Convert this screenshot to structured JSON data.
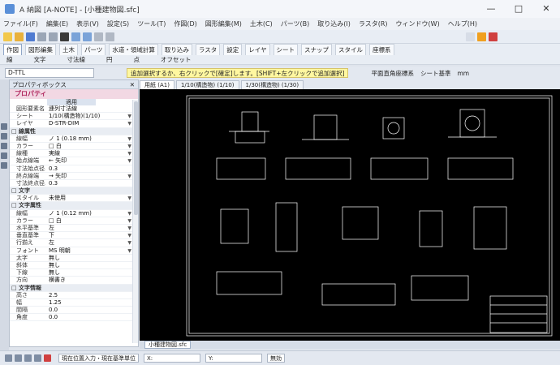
{
  "window": {
    "title": "A 納図 [A-NOTE] - [小種建物図.sfc]",
    "min": "—",
    "max": "□",
    "close": "✕"
  },
  "menu": [
    "ファイル(F)",
    "編集(E)",
    "表示(V)",
    "設定(S)",
    "ツール(T)",
    "作図(D)",
    "図形編集(M)",
    "土木(C)",
    "パーツ(B)",
    "取り込み(I)",
    "ラスタ(R)",
    "ウィンドウ(W)",
    "ヘルプ(H)"
  ],
  "ribbon_tabs": [
    "作図",
    "図形編集",
    "土木",
    "パーツ",
    "水道・領域計算",
    "取り込み",
    "ラスタ",
    "設定",
    "レイヤ",
    "シート",
    "スナップ",
    "スタイル",
    "座標系"
  ],
  "draw_tools": [
    "線",
    "文字",
    "寸法線",
    "円",
    "点",
    "オフセット"
  ],
  "layer": {
    "value": "D-TTL"
  },
  "hint": "追加選択するか、右クリックで[確定]します。[SHIFT+左クリックで追加選択]",
  "coord": {
    "plane": "平面直角座標系",
    "sheet": "シート基準",
    "unit": "mm"
  },
  "panel": {
    "title": "プロパティボックス",
    "close": "✕",
    "header": "プロパティ",
    "scope": "適用",
    "rows": [
      {
        "k": "図形要素名",
        "v": "連列寸法線",
        "cat": false,
        "dd": false
      },
      {
        "k": "シート",
        "v": "1/10(構造物)(1/10)",
        "cat": false,
        "dd": true
      },
      {
        "k": "レイヤ",
        "v": "D-STR-DIM",
        "cat": false,
        "dd": true
      },
      {
        "k": "□ 線属性",
        "v": "",
        "cat": true,
        "dd": false
      },
      {
        "k": "線幅",
        "v": "ノ 1 (0.18 mm)",
        "cat": false,
        "dd": true
      },
      {
        "k": "カラー",
        "v": "□ 白",
        "cat": false,
        "dd": true
      },
      {
        "k": "線種",
        "v": "実線",
        "cat": false,
        "dd": true
      },
      {
        "k": "始点線端",
        "v": "← 矢印",
        "cat": false,
        "dd": true
      },
      {
        "k": "寸法始点径...",
        "v": "0.3",
        "cat": false,
        "dd": false
      },
      {
        "k": "終点線端",
        "v": "→ 矢印",
        "cat": false,
        "dd": true
      },
      {
        "k": "寸法終点径...",
        "v": "0.3",
        "cat": false,
        "dd": false
      },
      {
        "k": "□ 文字",
        "v": "",
        "cat": true,
        "dd": false
      },
      {
        "k": "スタイル",
        "v": "未使用",
        "cat": false,
        "dd": true
      },
      {
        "k": "□ 文字属性",
        "v": "",
        "cat": true,
        "dd": false
      },
      {
        "k": "線幅",
        "v": "ノ 1 (0.12 mm)",
        "cat": false,
        "dd": true
      },
      {
        "k": "カラー",
        "v": "□ 白",
        "cat": false,
        "dd": true
      },
      {
        "k": "水平基準",
        "v": "左",
        "cat": false,
        "dd": true
      },
      {
        "k": "垂直基準",
        "v": "下",
        "cat": false,
        "dd": true
      },
      {
        "k": "行揃え",
        "v": "左",
        "cat": false,
        "dd": true
      },
      {
        "k": "フォント",
        "v": "MS 明朝",
        "cat": false,
        "dd": true
      },
      {
        "k": "太字",
        "v": "無し",
        "cat": false,
        "dd": false
      },
      {
        "k": "斜体",
        "v": "無し",
        "cat": false,
        "dd": false
      },
      {
        "k": "下線",
        "v": "無し",
        "cat": false,
        "dd": false
      },
      {
        "k": "方向",
        "v": "横書き",
        "cat": false,
        "dd": false
      },
      {
        "k": "□ 文字情報",
        "v": "",
        "cat": true,
        "dd": false
      },
      {
        "k": "高さ",
        "v": "2.5",
        "cat": false,
        "dd": false
      },
      {
        "k": "幅",
        "v": "1.25",
        "cat": false,
        "dd": false
      },
      {
        "k": "間隔",
        "v": "0.0",
        "cat": false,
        "dd": false
      },
      {
        "k": "角度",
        "v": "0.0",
        "cat": false,
        "dd": false
      }
    ]
  },
  "doc_tabs": [
    "用紙 (A1)",
    "1/10(構造物) (1/10)",
    "1/30(構造物) (1/30)"
  ],
  "file_tab": "小種建物図.sfc",
  "status": {
    "snap": "現在位置入力・現在基準単位",
    "x": "X:",
    "y": "Y:",
    "mode": "無効"
  }
}
